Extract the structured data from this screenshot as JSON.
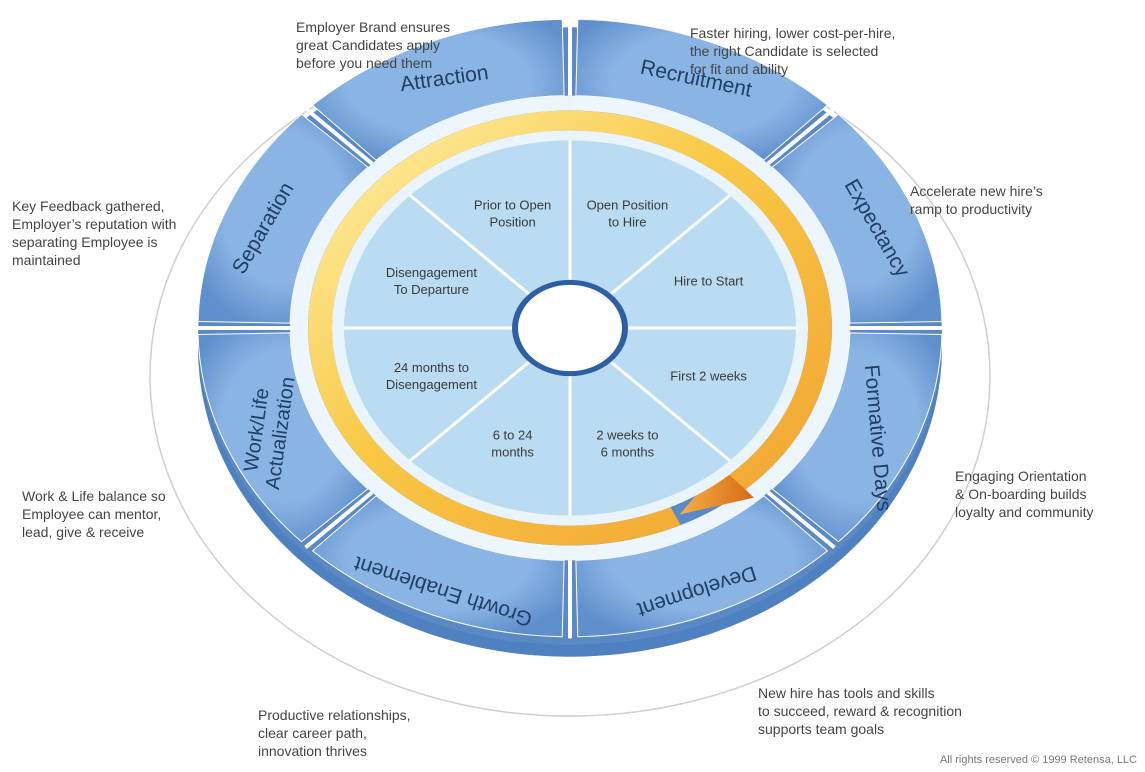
{
  "colors": {
    "outer_ring": "#6f9fd6",
    "outer_ring_dark": "#4f80c0",
    "outer_label": "#1f3f66",
    "inner_disk": "#b9dcf2",
    "inner_text": "#3a3a3a",
    "arrow_light": "#ffe89a",
    "arrow_mid": "#f8c33e",
    "arrow_dark": "#e07a1a",
    "line": "#cfcfcf"
  },
  "outer_segments": [
    "Attraction",
    "Recruitment",
    "Expectancy",
    "Formative Days",
    "Development",
    "Growth Enablement",
    "Work/Life Actualization",
    "Separation"
  ],
  "inner_segments": [
    [
      "Prior to Open",
      "Position"
    ],
    [
      "Open Position",
      "to Hire"
    ],
    [
      "Hire to Start"
    ],
    [
      "First 2 weeks"
    ],
    [
      "2 weeks to",
      "6 months"
    ],
    [
      "6 to 24",
      "months"
    ],
    [
      "24 months to",
      "Disengagement"
    ],
    [
      "Disengagement",
      "To Departure"
    ]
  ],
  "notes": {
    "attraction": [
      "Employer Brand ensures",
      "great Candidates apply",
      "before you need them"
    ],
    "recruitment": [
      "Faster hiring, lower cost-per-hire,",
      "the right Candidate is selected",
      "for fit and ability"
    ],
    "expectancy": [
      "Accelerate new hire’s",
      "ramp to productivity"
    ],
    "formative": [
      "Engaging Orientation",
      "& On-boarding builds",
      "loyalty and community"
    ],
    "development": [
      "New hire has tools and skills",
      "to succeed, reward & recognition",
      "supports team goals"
    ],
    "growth": [
      "Productive relationships,",
      "clear  career path,",
      "innovation thrives"
    ],
    "worklife": [
      "Work & Life balance so",
      "Employee can mentor,",
      "lead, give & receive"
    ],
    "separation": [
      "Key Feedback gathered,",
      "Employer’s reputation with",
      "separating Employee is",
      "maintained"
    ]
  },
  "copyright": "All rights reserved © 1999 Retensa, LLC"
}
